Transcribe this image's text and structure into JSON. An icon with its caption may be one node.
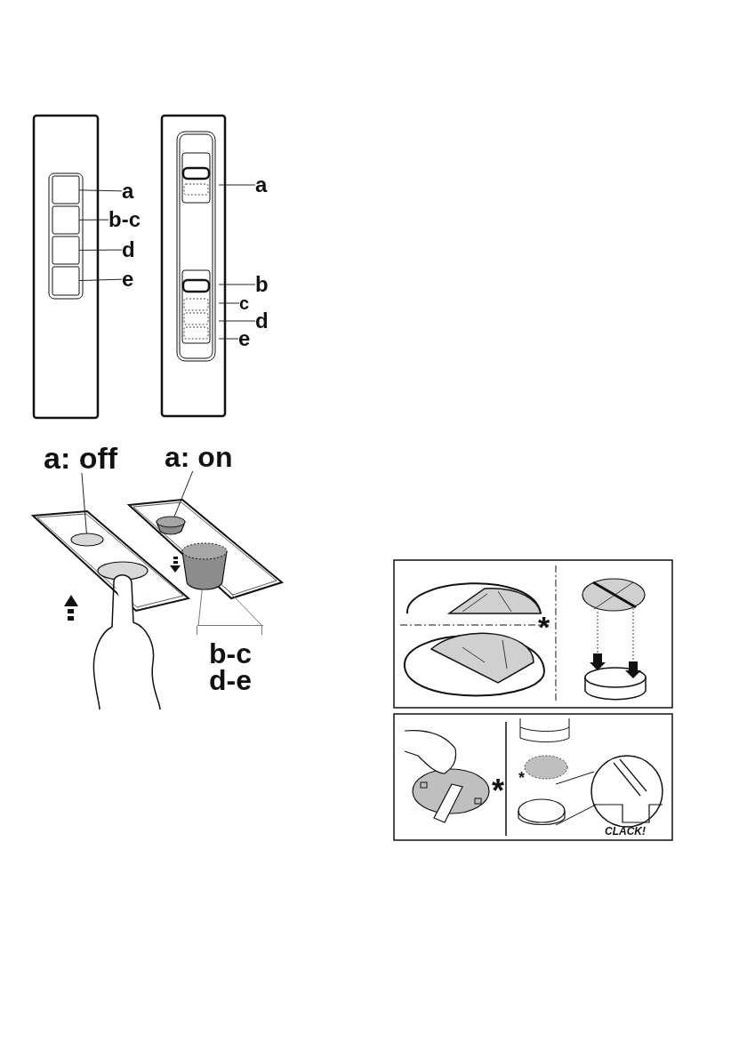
{
  "diagram": {
    "nodes": [
      {
        "text": [
          "a"
        ]
      },
      {
        "text": [],
        "shape": "box"
      },
      {
        "text": [
          "b-c"
        ]
      },
      {
        "text": [],
        "shape": "box"
      },
      {
        "text": [
          "d"
        ]
      },
      {
        "text": [],
        "shape": "box"
      },
      {
        "text": [
          "e"
        ]
      },
      {
        "text": [],
        "shape": "box"
      },
      {
        "text": [
          "a"
        ]
      },
      {
        "text": [
          "b"
        ]
      },
      {
        "text": [
          "c"
        ]
      },
      {
        "text": [
          "d"
        ]
      },
      {
        "text": [
          "e"
        ]
      },
      {
        "text": [
          "a: off"
        ]
      },
      {
        "text": [],
        "shape": "circle"
      },
      {
        "text": [
          "a: on"
        ]
      },
      {
        "text": [],
        "shape": "cylinder"
      },
      {
        "text": [
          "b-c d-e"
        ]
      },
      {
        "text": [],
        "shape": "cylinder"
      }
    ],
    "edges": [
      {
        "from": 0,
        "to": 1,
        "arrow": "none"
      },
      {
        "from": 2,
        "to": 3,
        "arrow": "none"
      },
      {
        "from": 4,
        "to": 5,
        "arrow": "none"
      },
      {
        "from": 6,
        "to": 7,
        "arrow": "none"
      },
      {
        "from": 8,
        "to": null,
        "arrow": "none"
      },
      {
        "from": 9,
        "to": null,
        "arrow": "none"
      },
      {
        "from": 10,
        "to": null,
        "arrow": "none"
      },
      {
        "from": 11,
        "to": null,
        "arrow": "none"
      },
      {
        "from": 12,
        "to": null,
        "arrow": "none"
      },
      {
        "from": 13,
        "to": 14,
        "arrow": "none"
      },
      {
        "from": 15,
        "to": 16,
        "arrow": "none"
      },
      {
        "from": 17,
        "to": 18,
        "arrow": "none"
      },
      {
        "from": 17,
        "to": 18,
        "arrow": "none"
      }
    ],
    "labels": [
      "*",
      "*",
      "*",
      "CLACK!"
    ]
  }
}
